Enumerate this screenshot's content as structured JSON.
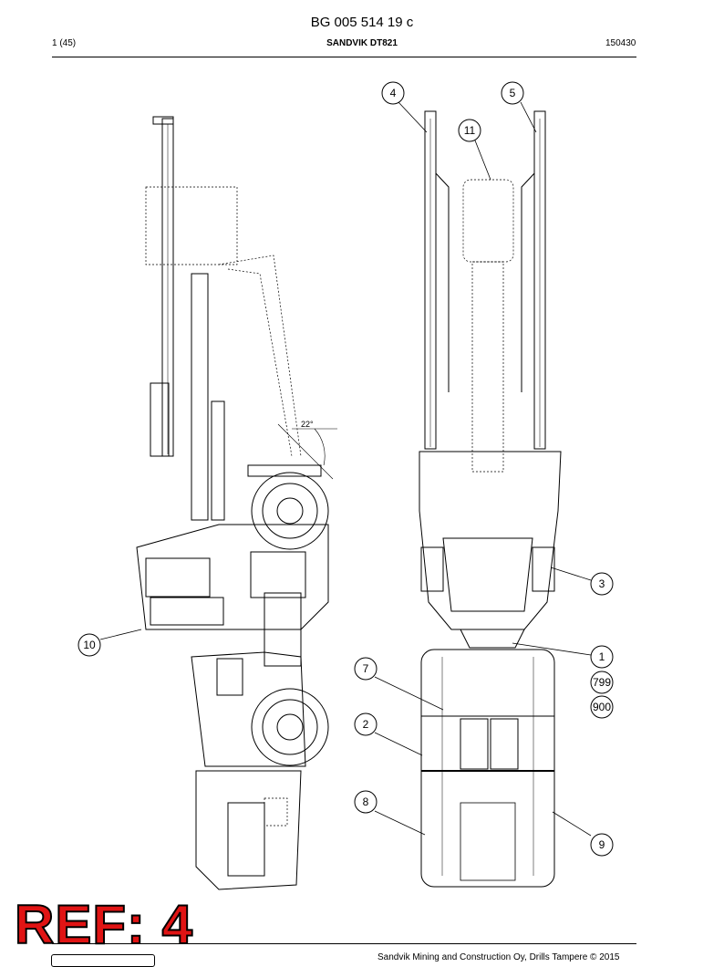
{
  "header": {
    "doc_number": "BG 005 514 19 c",
    "page": "1 (45)",
    "model": "SANDVIK DT821",
    "date": "150430"
  },
  "drawing": {
    "angle_label": "22°",
    "callouts": [
      {
        "id": "c4",
        "label": "4"
      },
      {
        "id": "c5",
        "label": "5"
      },
      {
        "id": "c11",
        "label": "11"
      },
      {
        "id": "c3",
        "label": "3"
      },
      {
        "id": "c10",
        "label": "10"
      },
      {
        "id": "c1",
        "label": "1"
      },
      {
        "id": "c799",
        "label": "799"
      },
      {
        "id": "c900",
        "label": "900"
      },
      {
        "id": "c7",
        "label": "7"
      },
      {
        "id": "c2",
        "label": "2"
      },
      {
        "id": "c8",
        "label": "8"
      },
      {
        "id": "c9",
        "label": "9"
      }
    ]
  },
  "stamp": {
    "text": "REF: 4"
  },
  "footer": {
    "copyright": "Sandvik Mining and Construction Oy, Drills Tampere © 2015"
  }
}
